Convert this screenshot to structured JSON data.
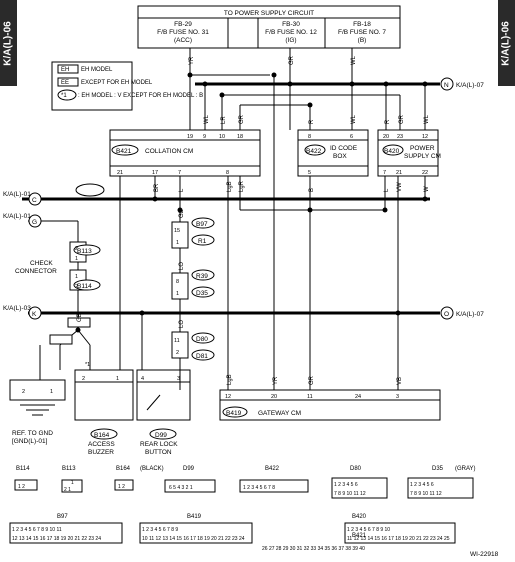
{
  "side_tabs": {
    "left": "K/A(L)-06",
    "right": "K/A(L)-06"
  },
  "power_supply": {
    "title": "TO POWER SUPPLY CIRCUIT",
    "fuses": [
      {
        "line1": "FB-29",
        "line2": "F/B FUSE NO. 31",
        "line3": "(ACC)"
      },
      {
        "line1": "FB-30",
        "line2": "F/B FUSE NO. 12",
        "line3": "(IG)"
      },
      {
        "line1": "FB-18",
        "line2": "F/B FUSE NO. 7",
        "line3": "(B)"
      }
    ]
  },
  "legend": {
    "items": [
      {
        "box": "EH",
        "text": "EH MODEL"
      },
      {
        "box": "EE",
        "text": "EXCEPT FOR EH MODEL"
      },
      {
        "box": "*1",
        "text": ": EH MODEL : V EXCEPT FOR EH MODEL : B"
      }
    ]
  },
  "connectors": {
    "n_label": "K/A(L)-07",
    "c_label": "K/A(L)-01",
    "g_label": "K/A(L)-01",
    "k_label": "K/A(L)-03",
    "o_label": "K/A(L)-07",
    "n": "N",
    "c": "C",
    "g": "G",
    "k": "K",
    "o": "O"
  },
  "components": {
    "b421": {
      "id": "B421",
      "name": "COLLATION CM"
    },
    "b422": {
      "id": "B422",
      "name1": "ID CODE",
      "name2": "BOX"
    },
    "b420": {
      "id": "B420",
      "name1": "POWER",
      "name2": "SUPPLY CM"
    },
    "b419": {
      "id": "B419",
      "name": "GATEWAY CM"
    },
    "b164": {
      "id": "B164",
      "name1": "ACCESS",
      "name2": "BUZZER"
    },
    "d99": {
      "id": "D99",
      "name1": "REAR LOCK",
      "name2": "BUTTON"
    },
    "b113": {
      "id": "B113"
    },
    "b114": {
      "id": "B114"
    },
    "check": {
      "line1": "CHECK",
      "line2": "CONNECTOR"
    },
    "gnd": {
      "line1": "REF. TO GND",
      "line2": "[GND(L)-01]"
    },
    "b97": "B97",
    "r1": "R1",
    "r39": "R39",
    "d35": "D35",
    "d80": "D80",
    "d81": "D81"
  },
  "wires": {
    "yr": "YR",
    "gr": "GR",
    "wl": "WL",
    "lgr": "LgR",
    "lgb": "LgB",
    "br": "BR",
    "l": "L",
    "lo": "LO",
    "gl": "GL",
    "w": "W",
    "b": "B",
    "rb": "RB",
    "vw": "VW",
    "gb": "GB",
    "vb": "VB",
    "r": "R",
    "lr": "LR"
  },
  "pins": {
    "b421_top": [
      "19",
      "9",
      "10",
      "18"
    ],
    "b421_bottom": [
      "21",
      "17",
      "7",
      "8"
    ],
    "b422_top": [
      "8",
      "6"
    ],
    "b422_bottom": [
      "5"
    ],
    "b420_top": [
      "20",
      "23",
      "12"
    ],
    "b420_bottom": [
      "7",
      "21",
      "22"
    ],
    "b419_pins": [
      "12",
      "20",
      "11",
      "24",
      "3"
    ],
    "b97_pins": [
      "15",
      "1"
    ],
    "r39_pins": [
      "8",
      "1"
    ],
    "d80_pins": [
      "11",
      "2"
    ],
    "b113_pins": [
      "2",
      "1"
    ],
    "b114_pins": [
      "1",
      "2"
    ],
    "b164_pins": [
      "2",
      "1"
    ],
    "d99_pins": [
      "4",
      "3"
    ],
    "gnd_pins": [
      "2",
      "1"
    ],
    "star": "*1"
  },
  "connector_views": {
    "labels": [
      {
        "id": "B114",
        "extra": ""
      },
      {
        "id": "B113",
        "extra": ""
      },
      {
        "id": "B164",
        "extra": "(BLACK)"
      },
      {
        "id": "D99",
        "extra": ""
      },
      {
        "id": "B422",
        "extra": ""
      },
      {
        "id": "D80",
        "extra": ""
      },
      {
        "id": "D35",
        "extra": "(GRAY)"
      },
      {
        "id": "B97",
        "extra": ""
      },
      {
        "id": "B419",
        "extra": ""
      },
      {
        "id": "B420",
        "extra": ""
      },
      {
        "id": "B421",
        "extra": ""
      }
    ],
    "b114_row": "1 2",
    "b113_row1": "1",
    "b113_row2": "2 1",
    "b164_row": "1 2",
    "d99_row": "6 5 4 3 2 1",
    "b422_row": "1 2 3 4 5 6 7 8",
    "d80_row1": "1 2 3 4 5 6",
    "d80_row2": "7 8 9 10 11 12",
    "d35_row1": "1 2 3 4 5 6",
    "d35_row2": "7 8 9 10 11 12",
    "b97_row1": "1 2 3 4 5 6 7 8 9 10 11",
    "b97_row2": "12 13 14 15 16 17 18 19 20 21 22 23 24",
    "b419_row1": "1 2 3 4 5 6 7 8 9",
    "b419_row2": "10 11 12 13 14 15 16 17 18 19 20 21 22 23 24",
    "b420_row1": "1 2 3 4 5 6 7 8 9 10",
    "b420_row2": "11 12 13 14 15 16 17 18 19 20 21 22 23 24 25",
    "b421_row": "26 27 28 29 30 31 32 33 34 35 36 37 38 39 40"
  },
  "figure_code": "WI-22918"
}
